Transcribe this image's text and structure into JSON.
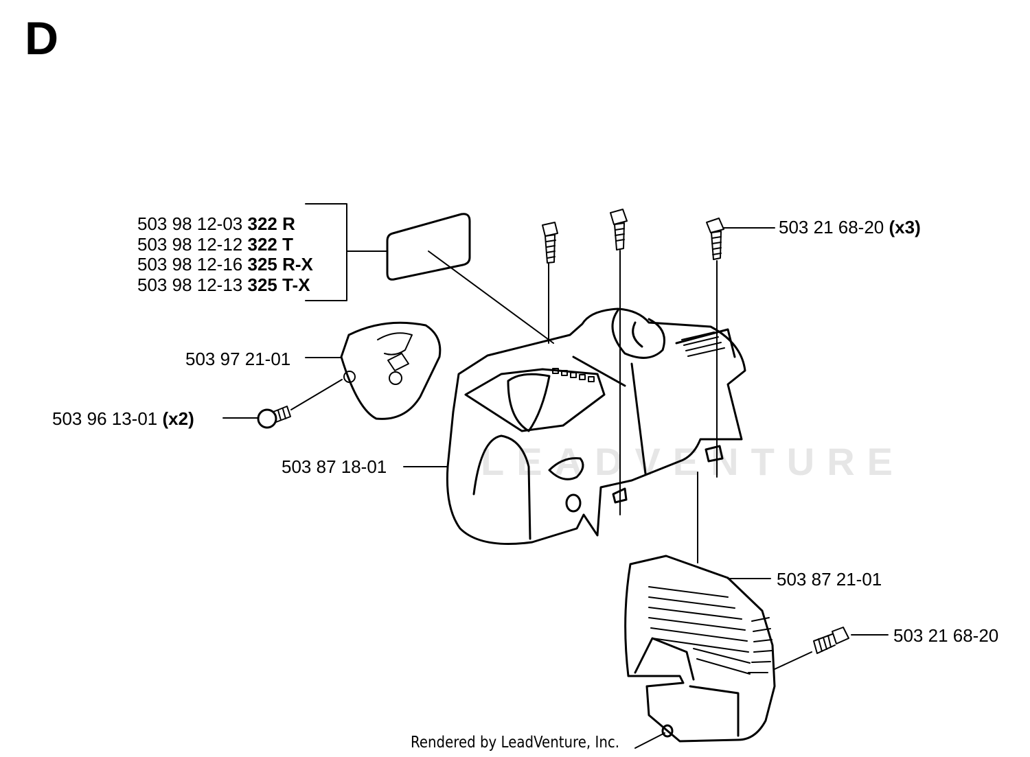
{
  "section": {
    "letter": "D"
  },
  "labels": {
    "decal": [
      {
        "part": "503 98 12-03",
        "model": "322 R"
      },
      {
        "part": "503 98 12-12",
        "model": "322 T"
      },
      {
        "part": "503 98 12-16",
        "model": "325 R-X"
      },
      {
        "part": "503 98 12-13",
        "model": "325 T-X"
      }
    ],
    "screw_top": {
      "part": "503 21 68-20",
      "qty": "(x3)"
    },
    "fuel_cover": {
      "part": "503 97 21-01"
    },
    "small_screw": {
      "part": "503 96 13-01",
      "qty": "(x2)"
    },
    "engine_cover": {
      "part": "503 87 18-01"
    },
    "cylinder_cover": {
      "part": "503 87 21-01"
    },
    "screw_right": {
      "part": "503 21 68-20"
    }
  },
  "watermark": "LEADVENTURE",
  "footer": {
    "credit": "Rendered by LeadVenture, Inc."
  },
  "colors": {
    "line": "#000000",
    "watermark": "#e6e6e6"
  }
}
